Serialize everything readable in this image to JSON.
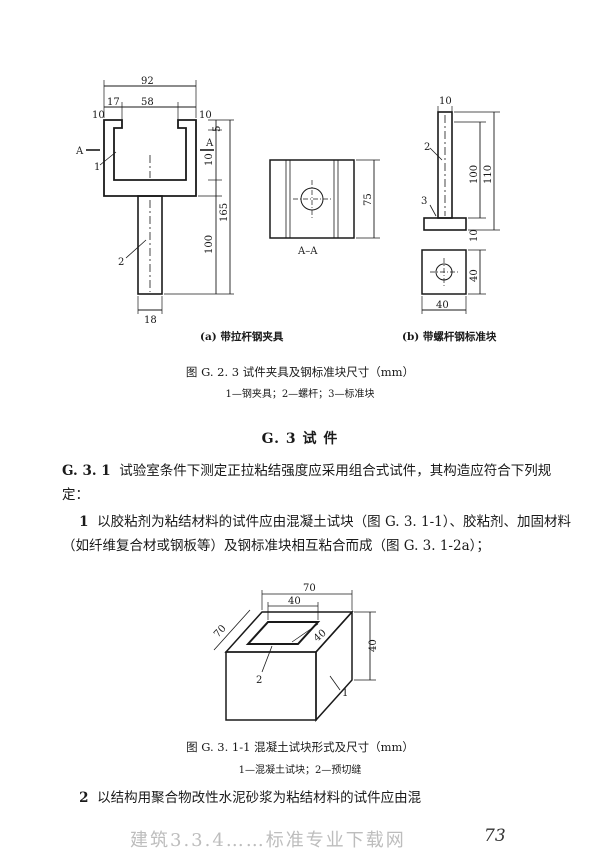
{
  "figure_g23": {
    "sub_a_caption": "(a) 带拉杆钢夹具",
    "sub_b_caption": "(b) 带螺杆钢标准块",
    "caption": "图 G. 2. 3   试件夹具及钢标准块尺寸（mm）",
    "legend": "1—钢夹具；2—螺杆；3—标准块",
    "dims_a": {
      "total_width": "92",
      "left_edge": "10",
      "gap_left": "17",
      "inner": "58",
      "right_edge": "10",
      "top_5": "5",
      "flange_10": "10",
      "rod_length": "165",
      "rod_100": "100",
      "rod_width": "18"
    },
    "labels_a": {
      "section_left": "A",
      "section_right": "A",
      "part1": "1",
      "part2": "2"
    },
    "section_aa": {
      "label": "A–A",
      "height": "75"
    },
    "dims_b": {
      "top_width": "10",
      "h100": "100",
      "h110": "110",
      "plate_10": "10",
      "block_40_h": "40",
      "block_40_w": "40"
    },
    "labels_b": {
      "part2": "2",
      "part3": "3"
    }
  },
  "section": {
    "title": "G. 3   试      件"
  },
  "clause_g31": {
    "number": "G. 3. 1",
    "text": "试验室条件下测定正拉粘结强度应采用组合式试件，其构造应符合下列规定："
  },
  "item1": {
    "number": "1",
    "text": "以胶粘剂为粘结材料的试件应由混凝土试块（图 G. 3. 1-1）、胶粘剂、加固材料（如纤维复合材或钢板等）及钢标准块相互粘合而成（图 G. 3. 1-2a）；"
  },
  "figure_g311": {
    "caption": "图 G. 3. 1-1   混凝土试块形式及尺寸（mm）",
    "legend": "1—混凝土试块；2—预切缝",
    "dims": {
      "top70": "70",
      "top40": "40",
      "side70": "70",
      "diag40": "40",
      "height40": "40"
    },
    "labels": {
      "part1": "1",
      "part2": "2"
    }
  },
  "item2": {
    "number": "2",
    "text": "以结构用聚合物改性水泥砂浆为粘结材料的试件应由混"
  },
  "footer": {
    "watermark": "建筑3.3.4……标准专业下载网",
    "page_number": "73"
  }
}
